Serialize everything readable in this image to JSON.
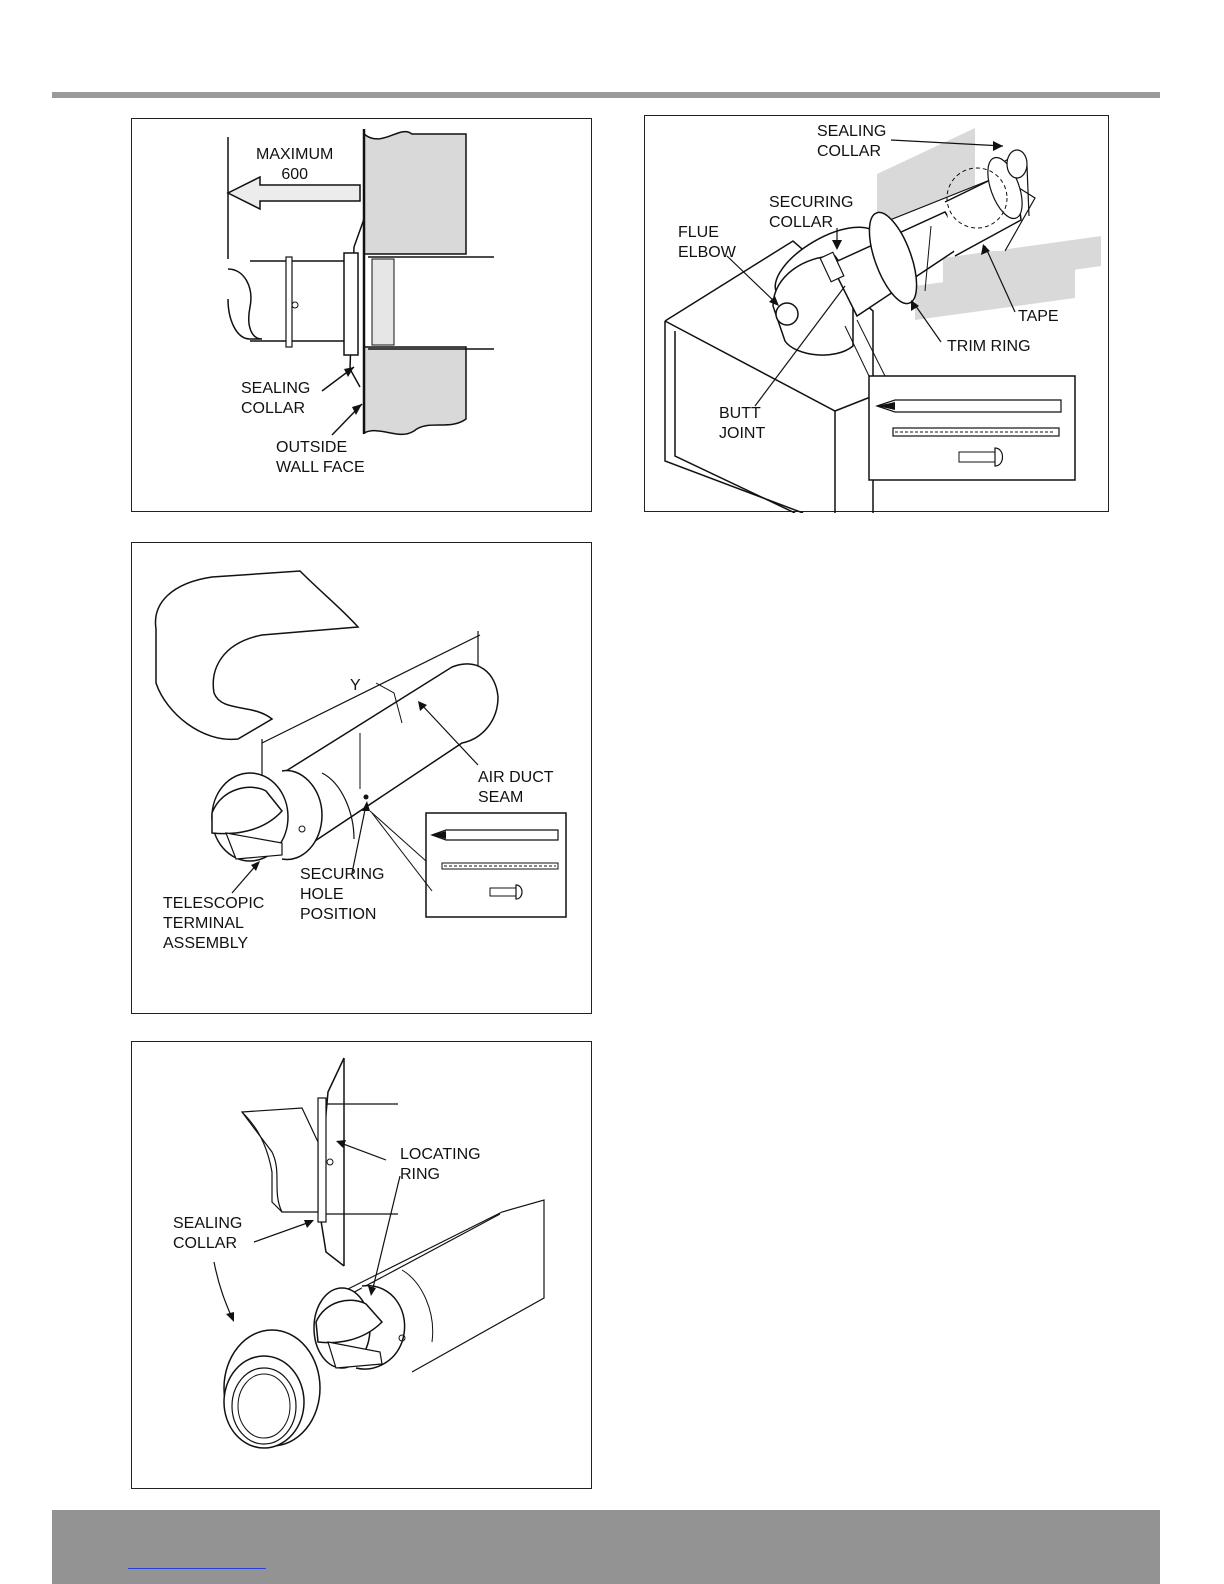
{
  "figures": {
    "fig1": {
      "maximum_label": "MAXIMUM\n600",
      "sealing_collar_label": "SEALING\nCOLLAR",
      "outside_wall_face_label": "OUTSIDE\nWALL FACE"
    },
    "fig2": {
      "sealing_collar_label": "SEALING\nCOLLAR",
      "securing_collar_label": "SECURING\nCOLLAR",
      "flue_elbow_label": "FLUE\nELBOW",
      "tape_label": "TAPE",
      "trim_ring_label": "TRIM RING",
      "butt_joint_label": "BUTT\nJOINT"
    },
    "fig3": {
      "dimension_label": "Y",
      "air_duct_seam_label": "AIR DUCT\nSEAM",
      "securing_hole_label": "SECURING\nHOLE\nPOSITION",
      "terminal_label": "TELESCOPIC\nTERMINAL\nASSEMBLY"
    },
    "fig4": {
      "locating_ring_label": "LOCATING\nRING",
      "sealing_collar_label": "SEALING\nCOLLAR"
    }
  },
  "colors": {
    "rule": "#9a9a9a",
    "footer": "#939393",
    "wall": "#d9d9d9",
    "link": "#2a3fd9"
  }
}
